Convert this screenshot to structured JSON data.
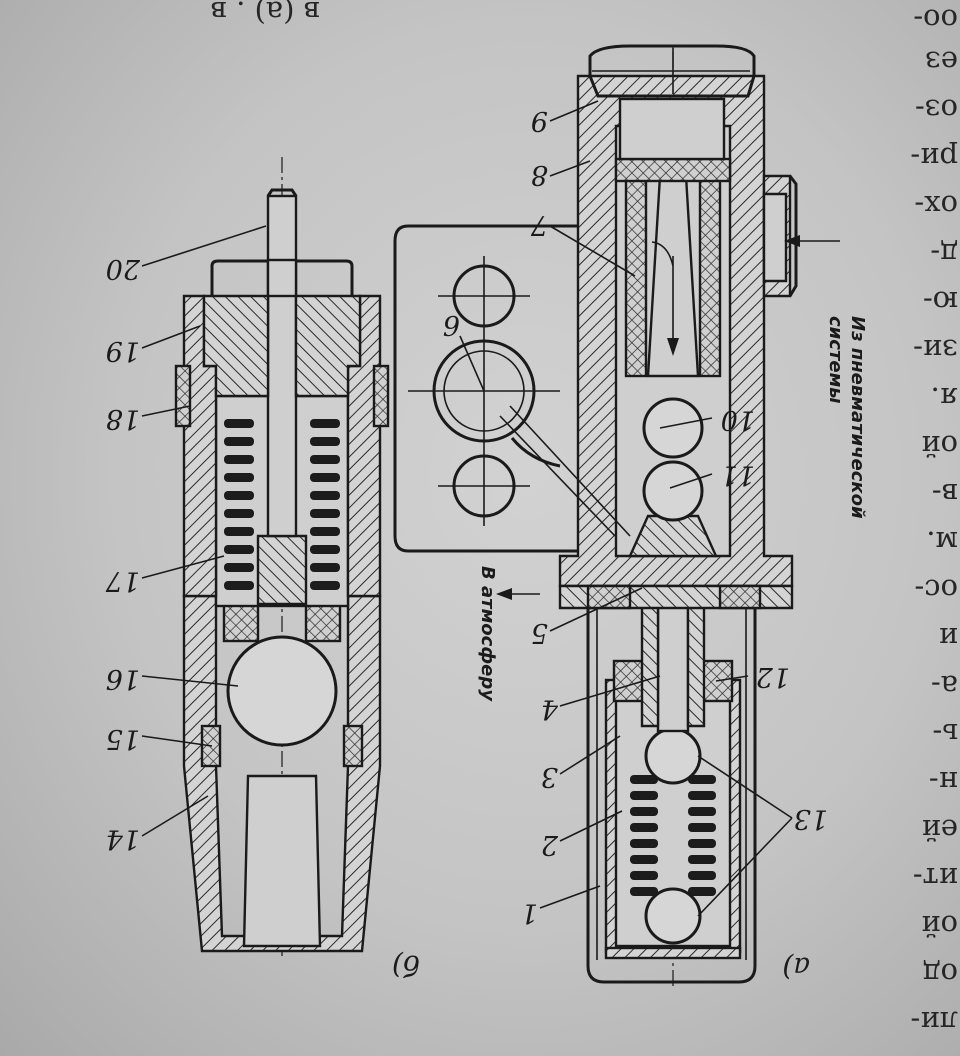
{
  "figure": {
    "view_a_caption": "а)",
    "view_b_caption": "б)",
    "labels": [
      "1",
      "2",
      "3",
      "4",
      "5",
      "6",
      "7",
      "8",
      "9",
      "10",
      "11",
      "12",
      "13",
      "14",
      "15",
      "16",
      "17",
      "18",
      "19",
      "20"
    ],
    "label_6_base": "6",
    "label_9_base": "9",
    "inlet_caption_line1": "Из пневматической",
    "inlet_caption_line2": "системы",
    "outlet_caption": "В атмосферу"
  },
  "page_fragments": {
    "right_column": [
      "ли-",
      "од",
      "ой",
      "ит-",
      "ей",
      "н-",
      "ь-",
      "а-",
      "и",
      "ос-",
      "м.",
      "в-",
      "ой",
      "я.",
      "зи-",
      "ю-",
      "д-",
      "ох-",
      "ри-",
      "оз-",
      "ез",
      "оо-"
    ],
    "top_strip": "в    (а) . в"
  }
}
